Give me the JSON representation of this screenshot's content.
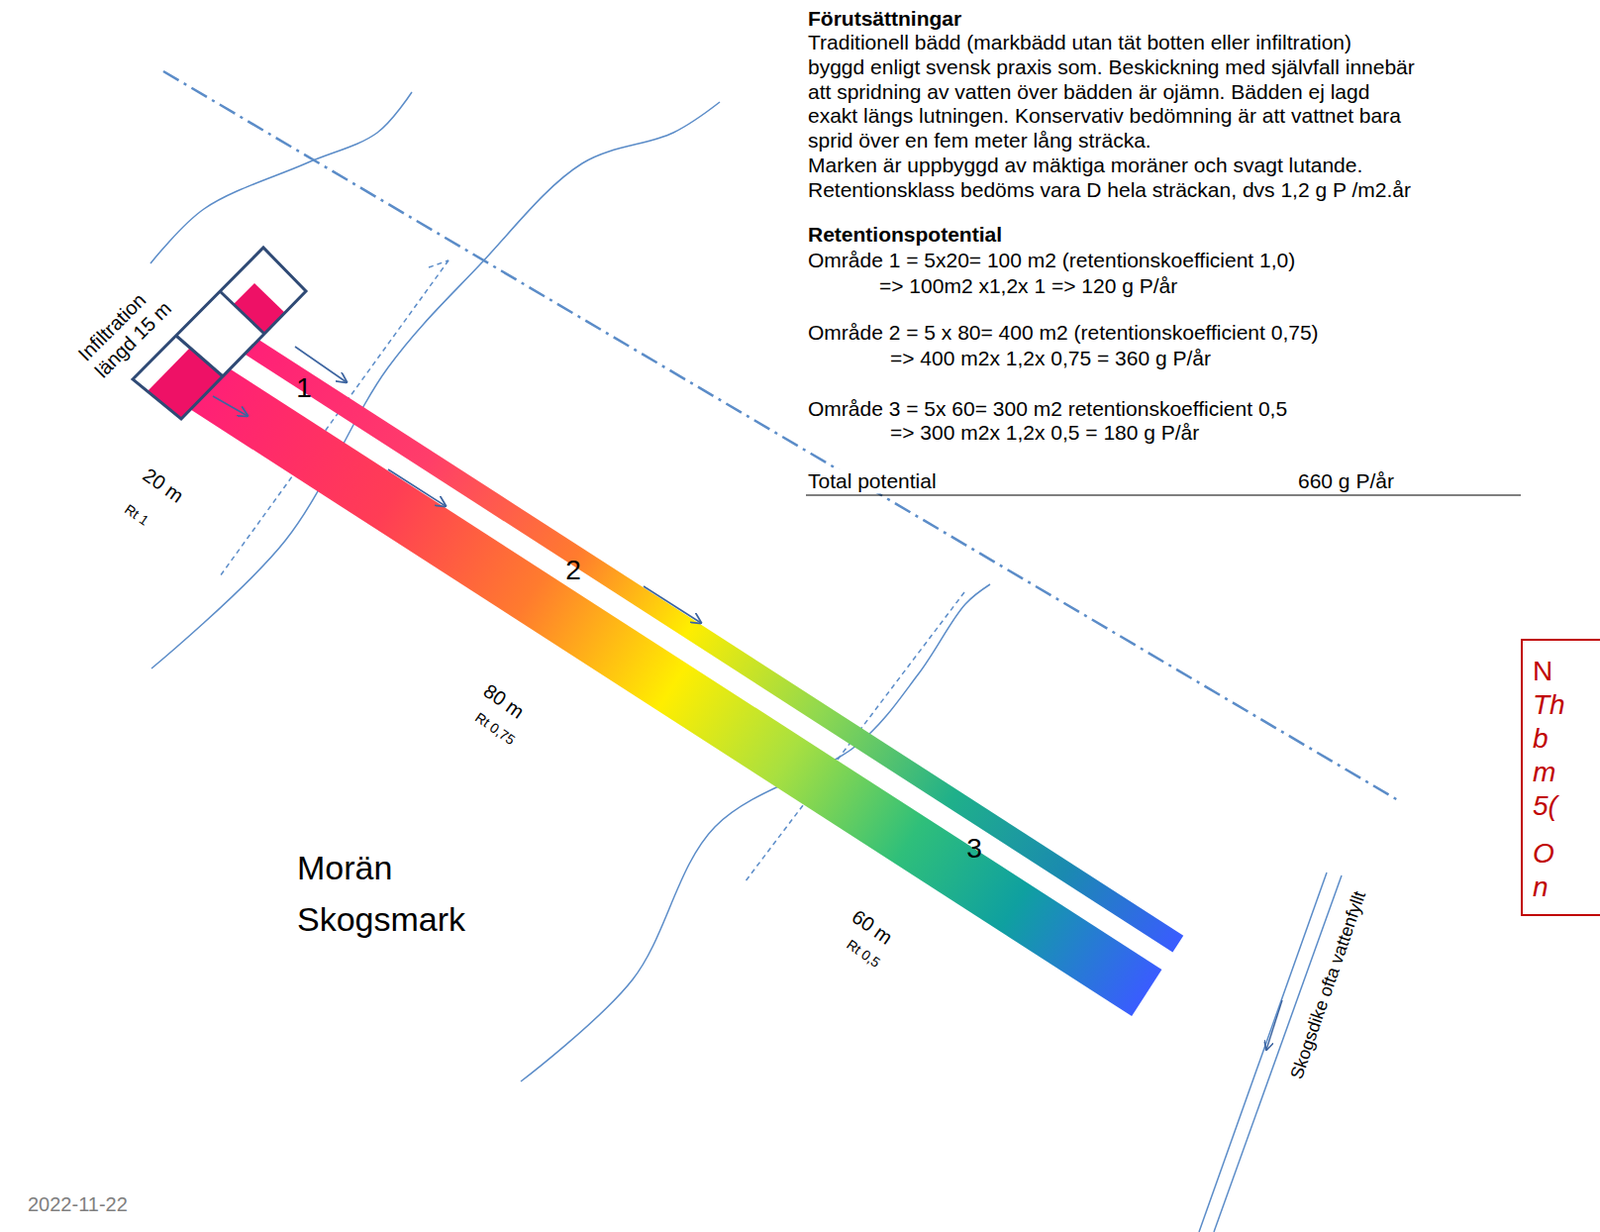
{
  "diagram": {
    "nodes": [
      {
        "text": [
          "N",
          "Th b m 5(",
          "O n"
        ]
      }
    ],
    "labels": [
      "Förutsättningar",
      "Traditionell bädd (markbädd utan tät botten eller infiltration)",
      "byggd enligt svensk praxis som. Beskickning med självfall innebär",
      "att spridning av vatten över bädden är ojämn. Bädden ej lagd",
      "exakt längs lutningen. Konservativ bedömning är att vattnet bara",
      "sprid över en fem meter lång sträcka.",
      "Marken är uppbyggd av mäktiga moräner och svagt lutande.",
      "Retentionsklass bedöms vara D hela sträckan, dvs 1,2 g P /m2.år",
      "Retentionspotential",
      "Område 1 = 5x20= 100 m2 (retentionskoefficient 1,0)",
      "=> 100m2 x1,2x 1 => 120 g P/år",
      "Område 2 = 5 x 80= 400 m2 (retentionskoefficient 0,75)",
      "=> 400 m2x 1,2x 0,75 = 360 g P/år",
      "Område 3 = 5x 60= 300 m2 retentionskoefficient 0,5",
      "=> 300 m2x 1,2x 0,5 = 180 g P/år",
      "Total potential",
      "660 g P/år",
      "Infiltration längd 15 m",
      "1",
      "20 m",
      "Rt 1",
      "2",
      "80 m",
      "Rt 0,75",
      "3",
      "60 m",
      "Rt 0,5",
      "Morän",
      "Skogsmark",
      "Skogsdike ofta vattenfyllt",
      "2022-11-22"
    ]
  }
}
